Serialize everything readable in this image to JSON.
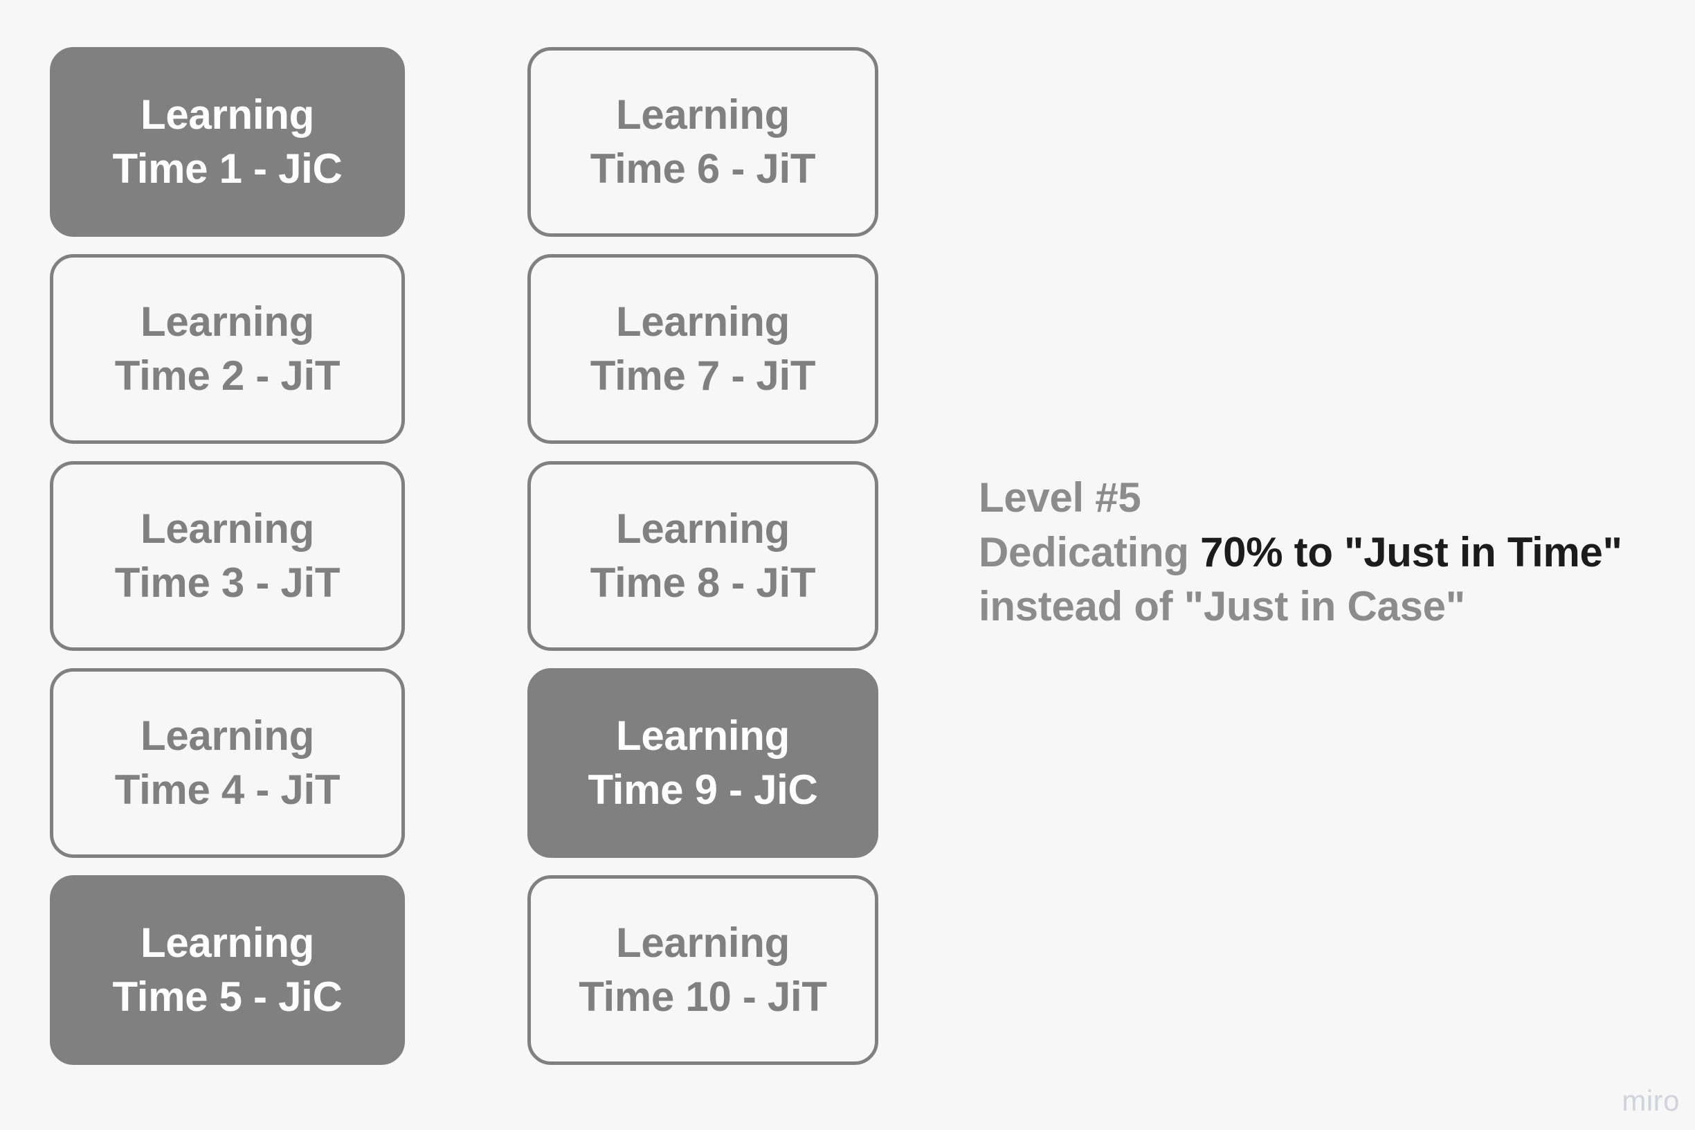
{
  "canvas": {
    "background_color": "#f7f7f7",
    "fill_color": "#808080",
    "border_color": "#808080",
    "outlined_text_color": "#808080",
    "filled_text_color": "#ffffff",
    "emphasis_color": "#1c1c1c",
    "watermark_color": "#d2d2dc"
  },
  "columns": [
    {
      "id": "column-1",
      "cards": [
        {
          "line1": "Learning",
          "line2": "Time 1 - JiC",
          "style": "filled",
          "mode": "JiC"
        },
        {
          "line1": "Learning",
          "line2": "Time 2 - JiT",
          "style": "outlined",
          "mode": "JiT"
        },
        {
          "line1": "Learning",
          "line2": "Time 3 - JiT",
          "style": "outlined",
          "mode": "JiT"
        },
        {
          "line1": "Learning",
          "line2": "Time 4 - JiT",
          "style": "outlined",
          "mode": "JiT"
        },
        {
          "line1": "Learning",
          "line2": "Time 5 - JiC",
          "style": "filled",
          "mode": "JiC"
        }
      ]
    },
    {
      "id": "column-2",
      "cards": [
        {
          "line1": "Learning",
          "line2": "Time 6 - JiT",
          "style": "outlined",
          "mode": "JiT"
        },
        {
          "line1": "Learning",
          "line2": "Time 7 - JiT",
          "style": "outlined",
          "mode": "JiT"
        },
        {
          "line1": "Learning",
          "line2": "Time 8 - JiT",
          "style": "outlined",
          "mode": "JiT"
        },
        {
          "line1": "Learning",
          "line2": "Time 9 - JiC",
          "style": "filled",
          "mode": "JiC"
        },
        {
          "line1": "Learning",
          "line2": "Time 10 - JiT",
          "style": "outlined",
          "mode": "JiT"
        }
      ]
    }
  ],
  "annotation": {
    "line1": "Level #5",
    "line2_prefix": "Dedicating ",
    "line2_emphasis": "70% to \"Just in Time\"",
    "line3": "instead of \"Just in Case\""
  },
  "watermark": {
    "label": "miro"
  }
}
